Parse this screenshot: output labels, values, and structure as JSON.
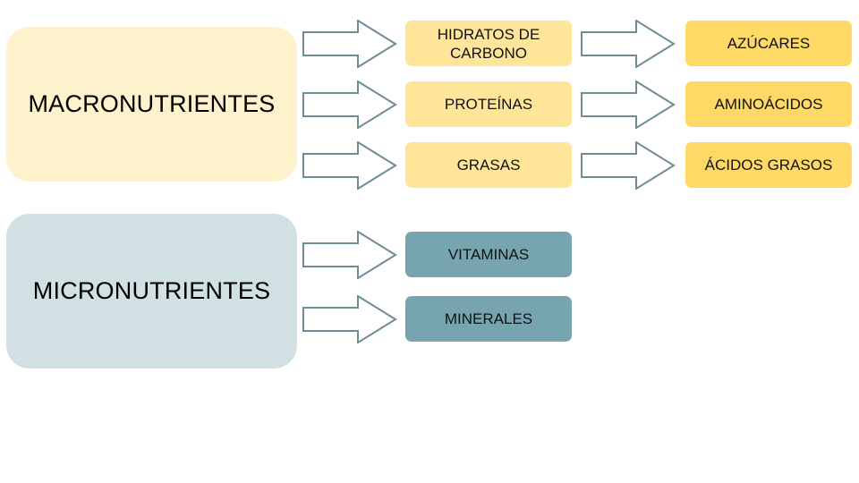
{
  "categories": {
    "macro": {
      "title": "MACRONUTRIENTES",
      "nutrients": [
        "HIDRATOS DE CARBONO",
        "PROTEÍNAS",
        "GRASAS"
      ],
      "components": [
        "AZÚCARES",
        "AMINOÁCIDOS",
        "ÁCIDOS GRASOS"
      ]
    },
    "micro": {
      "title": "MICRONUTRIENTES",
      "nutrients": [
        "VITAMINAS",
        "MINERALES"
      ]
    }
  },
  "colors": {
    "macro_bg": "#fef2cc",
    "micro_bg": "#d0e0e3",
    "nutrient_light": "#fee59a",
    "component_gold": "#ffd966",
    "micro_teal": "#76a5af",
    "arrow_stroke": "#6f8c95"
  },
  "icons": {
    "connector": "right-arrow-icon"
  }
}
